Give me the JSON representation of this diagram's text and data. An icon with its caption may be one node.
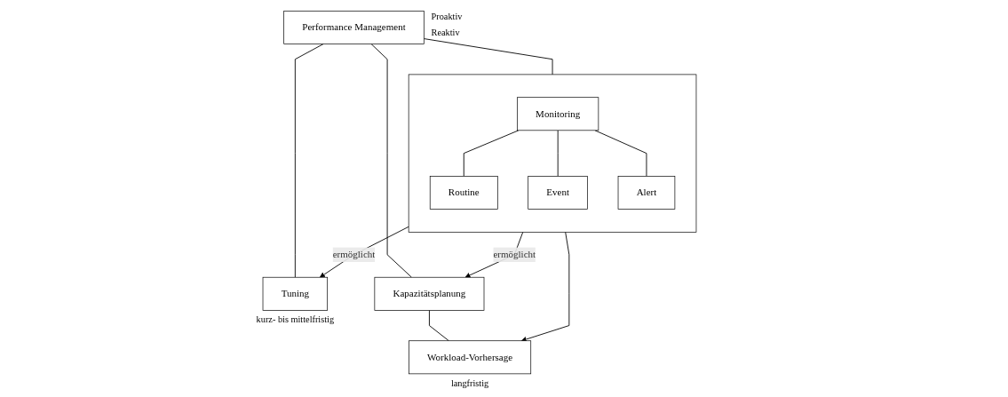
{
  "diagram": {
    "nodes": [
      {
        "text": [
          "Performance Management"
        ],
        "beside": [
          "Proaktiv",
          "Reaktiv"
        ]
      },
      {
        "text": [
          "Tuning"
        ],
        "beside": [
          "kurz- bis mittelfristig"
        ]
      },
      {
        "text": [],
        "shape": "box"
      },
      {
        "text": [
          "Monitoring"
        ],
        "in": 2
      },
      {
        "text": [
          "Routine"
        ],
        "in": 2
      },
      {
        "text": [
          "Event"
        ],
        "in": 2
      },
      {
        "text": [
          "Alert"
        ],
        "in": 2
      },
      {
        "text": [
          "Kapazitätsplanung"
        ]
      },
      {
        "text": [
          "Workload-Vorhersage"
        ],
        "beside": [
          "langfristig"
        ]
      }
    ],
    "edges": [
      {
        "from": 0,
        "to": 1,
        "arrow": "none"
      },
      {
        "from": 0,
        "to": 2,
        "arrow": "none"
      },
      {
        "from": 0,
        "to": 7,
        "arrow": "none"
      },
      {
        "from": 3,
        "to": 4,
        "arrow": "none"
      },
      {
        "from": 3,
        "to": 5,
        "arrow": "none"
      },
      {
        "from": 3,
        "to": 6,
        "arrow": "none"
      },
      {
        "from": 2,
        "to": 1,
        "arrow": "to",
        "label": "ermöglicht"
      },
      {
        "from": 2,
        "to": 7,
        "arrow": "to",
        "label": "ermöglicht"
      },
      {
        "from": 2,
        "to": 8,
        "arrow": "to"
      },
      {
        "from": 7,
        "to": 8,
        "arrow": "none"
      }
    ]
  }
}
